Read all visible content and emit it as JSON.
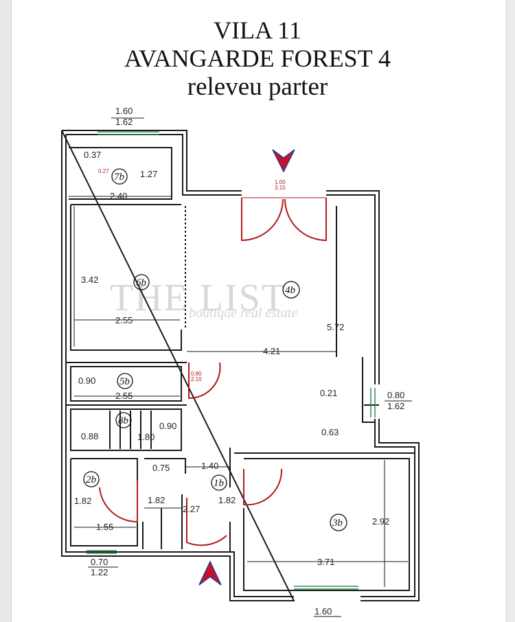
{
  "title": {
    "line1": "VILA 11",
    "line2": "AVANGARDE FOREST 4",
    "line3": "releveu parter"
  },
  "watermark": {
    "main": "THE LIST",
    "sub": "boutique real estate"
  },
  "rooms": {
    "r7b": "7b",
    "r6b": "6b",
    "r4b": "4b",
    "r5b": "5b",
    "r8b": "8b",
    "r2b": "2b",
    "r1b": "1b",
    "r3b": "3b"
  },
  "dims": {
    "top_win_a": "1.60",
    "top_win_b": "1.62",
    "d037": "0.37",
    "d027": "0.27",
    "d127": "1.27",
    "d240": "2.40",
    "d342": "3.42",
    "d255a": "2.55",
    "d421": "4.21",
    "d572": "5.72",
    "d090a": "0.90",
    "d255b": "2.55",
    "d021": "0.21",
    "d063": "0.63",
    "side_win_a": "0.80",
    "side_win_b": "1.62",
    "d088": "0.88",
    "d180": "1.80",
    "d090b": "0.90",
    "d075": "0.75",
    "d140": "1.40",
    "d182a": "1.82",
    "d182b": "1.82",
    "d182c": "1.82",
    "d227": "2.27",
    "d155": "1.55",
    "d292": "2.92",
    "d371": "3.71",
    "bot_win_a": "0.70",
    "bot_win_b": "1.22",
    "bot_win2": "1.60",
    "door_main_a": "1.00",
    "door_main_b": "3.10",
    "door_small_a": "0.80",
    "door_small_b": "2.10"
  },
  "colors": {
    "wall": "#1a1a1a",
    "door": "#b0191b",
    "window": "#2e8b57",
    "arrow_red": "#c8102e",
    "arrow_blue": "#2a3d8f"
  }
}
